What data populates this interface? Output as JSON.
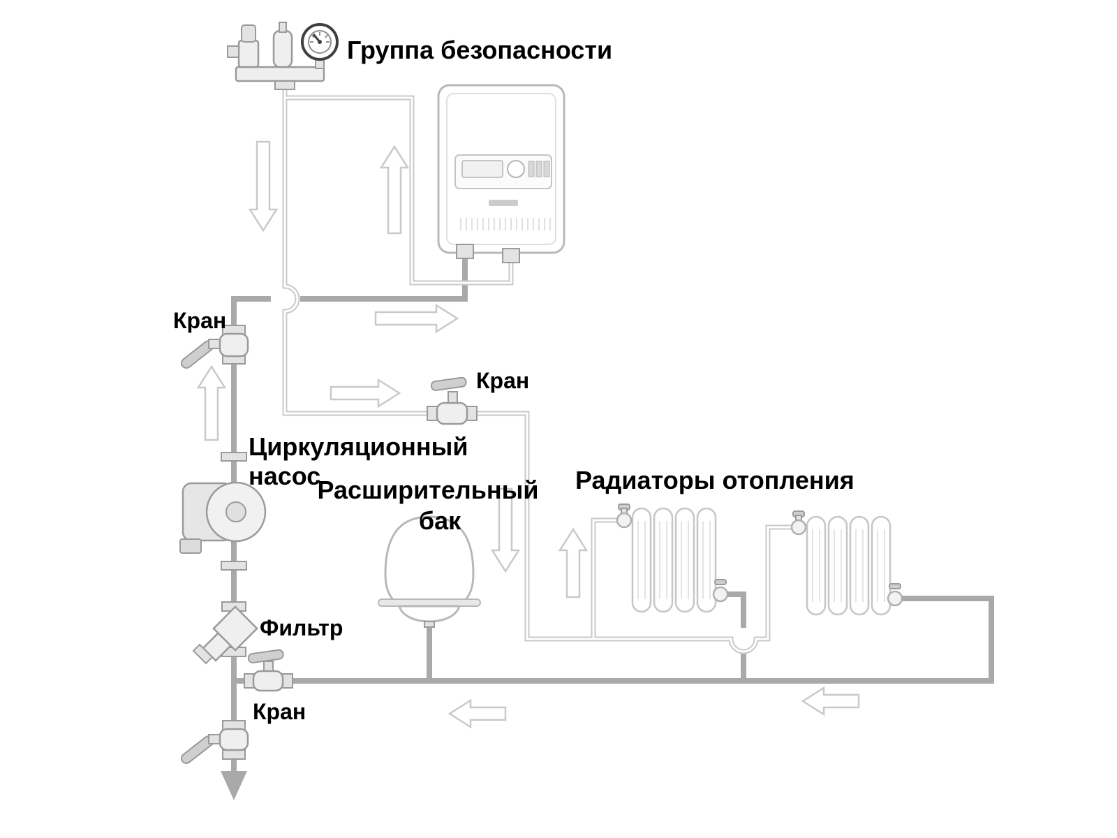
{
  "labels": {
    "safety_group": "Группа безопасности",
    "valve_return_top": "Кран",
    "valve_supply_mid": "Кран",
    "valve_drain_bottom": "Кран",
    "pump_line1": "Циркуляционный",
    "pump_line2": "насос",
    "expansion_tank_line1": "Расширительный",
    "expansion_tank_line2": "бак",
    "radiators": "Радиаторы отопления",
    "filter": "Фильтр"
  },
  "colors": {
    "background": "#ffffff",
    "pipe_light": "#c9c9c9",
    "pipe_dark": "#a9a9a9",
    "component_outline": "#9a9a9a",
    "gauge_outline": "#3f3f3f",
    "label_text": "#000000"
  },
  "flow_arrows": [
    "down",
    "up",
    "right",
    "right",
    "up",
    "down",
    "up",
    "left",
    "left",
    "down"
  ]
}
